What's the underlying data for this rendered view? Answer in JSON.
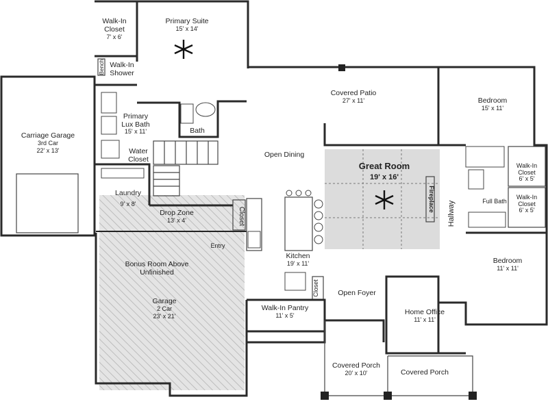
{
  "rooms": {
    "walk_in_closet_primary": {
      "name": "Walk-In\nCloset",
      "dim": "7' x 6'"
    },
    "primary_suite": {
      "name": "Primary Suite",
      "dim": "15' x 14'"
    },
    "walk_in_shower": {
      "name": "Walk-In\nShower"
    },
    "bench": {
      "name": "Bench"
    },
    "primary_lux_bath": {
      "name": "Primary\nLux Bath",
      "dim": "15' x 11'"
    },
    "bath": {
      "name": "Bath"
    },
    "water_closet": {
      "name": "Water\nCloset"
    },
    "carriage_garage": {
      "name": "Carriage Garage",
      "sub": "3rd Car",
      "dim": "22' x 13'"
    },
    "laundry": {
      "name": "Laundry",
      "dim": "9' x 8'"
    },
    "drop_zone": {
      "name": "Drop Zone",
      "dim": "13' x 4'"
    },
    "closet_drop": {
      "name": "Closet"
    },
    "entry": {
      "name": "Entry"
    },
    "bonus_room": {
      "name": "Bonus Room Above\nUnfinished"
    },
    "garage": {
      "name": "Garage",
      "sub": "2 Car",
      "dim": "23' x 21'"
    },
    "covered_patio": {
      "name": "Covered Patio",
      "dim": "27' x 11'"
    },
    "open_dining": {
      "name": "Open Dining"
    },
    "great_room": {
      "name": "Great Room",
      "dim": "19' x 16'"
    },
    "fireplace": {
      "name": "Fireplace"
    },
    "kitchen": {
      "name": "Kitchen",
      "dim": "19' x 11'"
    },
    "closet_foyer": {
      "name": "Closet"
    },
    "open_foyer": {
      "name": "Open Foyer"
    },
    "walk_in_pantry": {
      "name": "Walk-In Pantry",
      "dim": "11' x 5'"
    },
    "bedroom_top": {
      "name": "Bedroom",
      "dim": "15' x 11'"
    },
    "walk_in_closet_1": {
      "name": "Walk-In\nCloset",
      "dim": "6' x 5'"
    },
    "full_bath": {
      "name": "Full Bath"
    },
    "walk_in_closet_2": {
      "name": "Walk-In\nCloset",
      "dim": "6' x 5'"
    },
    "hallway": {
      "name": "Hallway"
    },
    "bedroom_bottom": {
      "name": "Bedroom",
      "dim": "11' x 11'"
    },
    "home_office": {
      "name": "Home Office",
      "dim": "11' x 11'"
    },
    "covered_porch_main": {
      "name": "Covered Porch",
      "dim": "20' x 10'"
    },
    "covered_porch_side": {
      "name": "Covered Porch"
    }
  },
  "colors": {
    "wall": "#2a2a2a",
    "great_room_fill": "#dcdcdc",
    "garage_hatch": "#bfbfbf"
  }
}
